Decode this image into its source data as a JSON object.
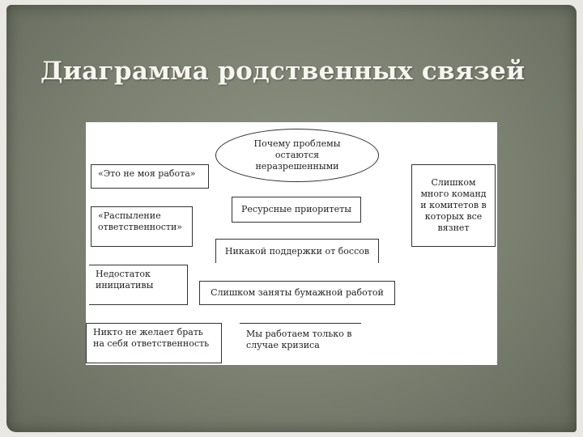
{
  "title": "Диаграмма родственных связей",
  "nodes": {
    "why_unsolved": "Почему проблемы остаются неразрешенными",
    "not_my_job": "«Это не моя работа»",
    "diffusion": "«Распыление ответственности»",
    "resource_priorities": "Ресурсные приоритеты",
    "no_support": "Никакой поддержки от боссов",
    "lack_initiative": "Недостаток инициативы",
    "busy_paperwork": "Слишком заняты бумажной работой",
    "nobody_responsibility": "Никто не желает брать на себя ответственность",
    "crisis_only": "Мы работаем только в случае кризиса",
    "too_many_teams": "Слишком много команд и комитетов в которых все вязнет"
  }
}
